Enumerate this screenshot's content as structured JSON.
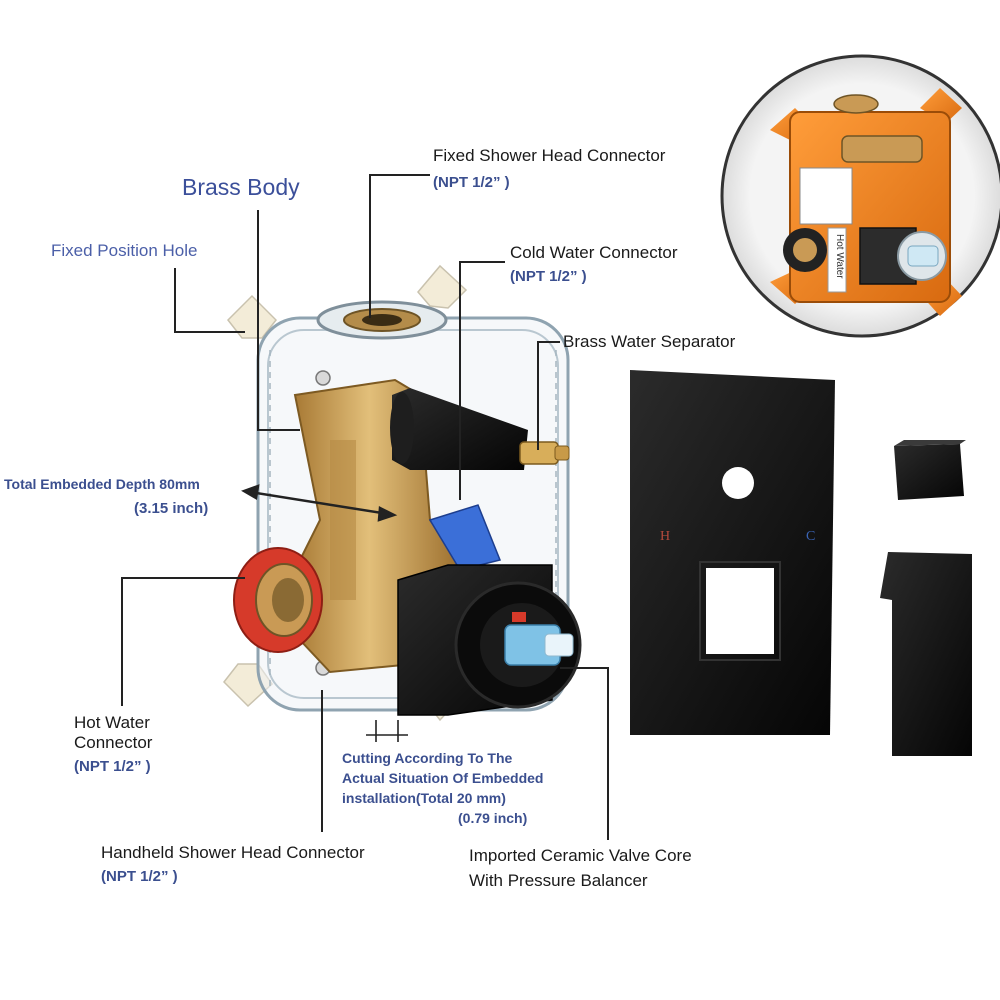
{
  "labels": {
    "brass_body": "Brass Body",
    "fixed_position_hole": "Fixed Position Hole",
    "fixed_shower_head": {
      "name": "Fixed Shower Head Connector",
      "spec": "(NPT 1/2” )"
    },
    "cold_water": {
      "name": "Cold Water Connector",
      "spec": "(NPT 1/2” )"
    },
    "brass_water_separator": "Brass Water Separator",
    "embedded_depth": {
      "line1": "Total Embedded Depth 80mm",
      "line2": "(3.15 inch)"
    },
    "hot_water": {
      "line1": "Hot Water",
      "line2": "Connector",
      "spec": "(NPT 1/2” )"
    },
    "cutting_note": {
      "line1": "Cutting According To The",
      "line2": "Actual Situation Of Embedded",
      "line3": "installation(Total 20 mm)",
      "line4": "(0.79 inch)"
    },
    "handheld_shower_head": {
      "name": "Handheld Shower Head Connector",
      "spec": "(NPT 1/2” )"
    },
    "ceramic_valve": {
      "line1": "Imported Ceramic Valve Core",
      "line2": "With Pressure Balancer"
    }
  },
  "plate_marks": {
    "hot": "H",
    "cold": "C"
  },
  "inset_sticker": "Hot Water",
  "colors": {
    "label_blue": "#3b4f8f",
    "label_black": "#1a1a1a",
    "brass": "#c9a05a",
    "matte_black": "#111111",
    "inset_orange": "#f08a24",
    "seal_red": "#d63a2a"
  }
}
